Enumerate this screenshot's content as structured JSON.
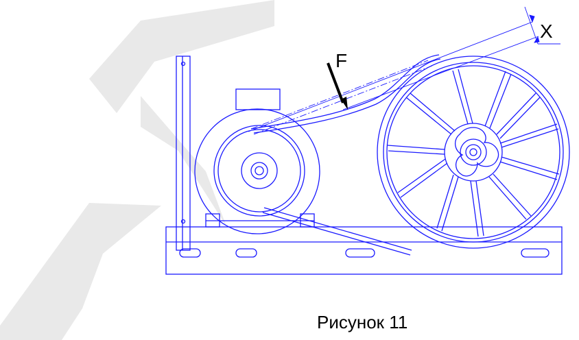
{
  "labels": {
    "force": "F",
    "deflection": "X",
    "caption": "Рисунок 11"
  },
  "colors": {
    "line": "#1a1aff",
    "arrow": "#000000",
    "watermark": "#e9e9e9",
    "text": "#000000"
  }
}
